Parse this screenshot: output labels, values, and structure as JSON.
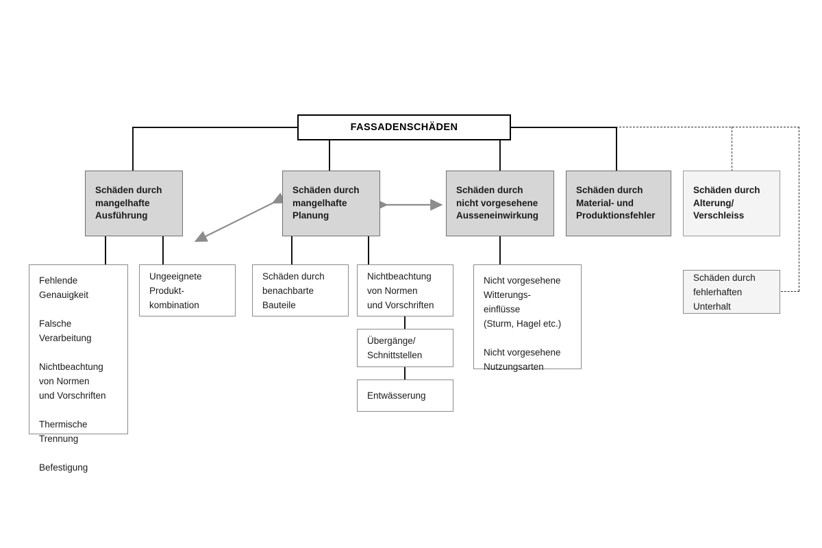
{
  "diagram": {
    "title": "FASSADENSCHÄDEN",
    "language": "de",
    "colors": {
      "category_fill": "#d6d6d6",
      "category_light_fill": "#f4f4f4",
      "category_border": "#6e6e6e",
      "leaf_border": "#8a8a8a",
      "line": "#111111",
      "dashed_line": "#2b2b2b",
      "arrow": "#8c8c8c",
      "text": "#1a1a1a",
      "background": "#ffffff"
    }
  },
  "root": {
    "label": "FASSADENSCHÄDEN"
  },
  "categories": [
    {
      "id": "ausfuehrung",
      "label": "Schäden durch\nmangelhafte\nAusführung",
      "style": "grey"
    },
    {
      "id": "planung",
      "label": "Schäden durch\nmangelhafte\nPlanung",
      "style": "grey"
    },
    {
      "id": "aussen",
      "label": "Schäden durch\nnicht vorgesehene\nAusseneinwirkung",
      "style": "grey"
    },
    {
      "id": "material",
      "label": "Schäden durch\nMaterial- und\nProduktionsfehler",
      "style": "grey"
    },
    {
      "id": "alterung",
      "label": "Schäden durch\nAlterung/\nVerschleiss",
      "style": "light"
    }
  ],
  "leaves": [
    {
      "id": "ausfuehrung-liste",
      "parent": "ausfuehrung",
      "label": "Fehlende\nGenauigkeit\n\nFalsche\nVerarbeitung\n\nNichtbeachtung\nvon Normen\nund Vorschriften\n\nThermische\nTrennung\n\nBefestigung",
      "style": "plain"
    },
    {
      "id": "produktkombination",
      "parent": "ausfuehrung",
      "label": "Ungeeignete\nProdukt-\nkombination",
      "style": "plain"
    },
    {
      "id": "benachbarte-bauteile",
      "parent": "planung",
      "label": "Schäden durch\nbenachbarte\nBauteile",
      "style": "plain"
    },
    {
      "id": "normen-vorschriften",
      "parent": "planung",
      "label": "Nichtbeachtung\nvon Normen\nund Vorschriften",
      "style": "plain"
    },
    {
      "id": "uebergaenge",
      "parent": "normen-vorschriften",
      "label": "Übergänge/\nSchnittstellen",
      "style": "plain"
    },
    {
      "id": "entwaesserung",
      "parent": "uebergaenge",
      "label": "Entwässerung",
      "style": "plain"
    },
    {
      "id": "witterung-nutzung",
      "parent": "aussen",
      "label": "Nicht vorgesehene\nWitterungs-\neinflüsse\n(Sturm, Hagel etc.)\n\nNicht vorgesehene\nNutzungsarten",
      "style": "plain"
    },
    {
      "id": "unterhalt",
      "parent": "root-dashed",
      "label": "Schäden durch\nfehlerhaften\nUnterhalt",
      "style": "tinted"
    }
  ],
  "relations": [
    {
      "type": "double-arrow",
      "from": "ausfuehrung",
      "to": "planung",
      "style": "diagonal-grey"
    },
    {
      "type": "double-arrow",
      "from": "planung",
      "to": "aussen",
      "style": "horizontal-grey"
    },
    {
      "type": "dashed",
      "from": "root",
      "to": "alterung"
    },
    {
      "type": "dashed",
      "from": "root",
      "to": "unterhalt"
    }
  ]
}
